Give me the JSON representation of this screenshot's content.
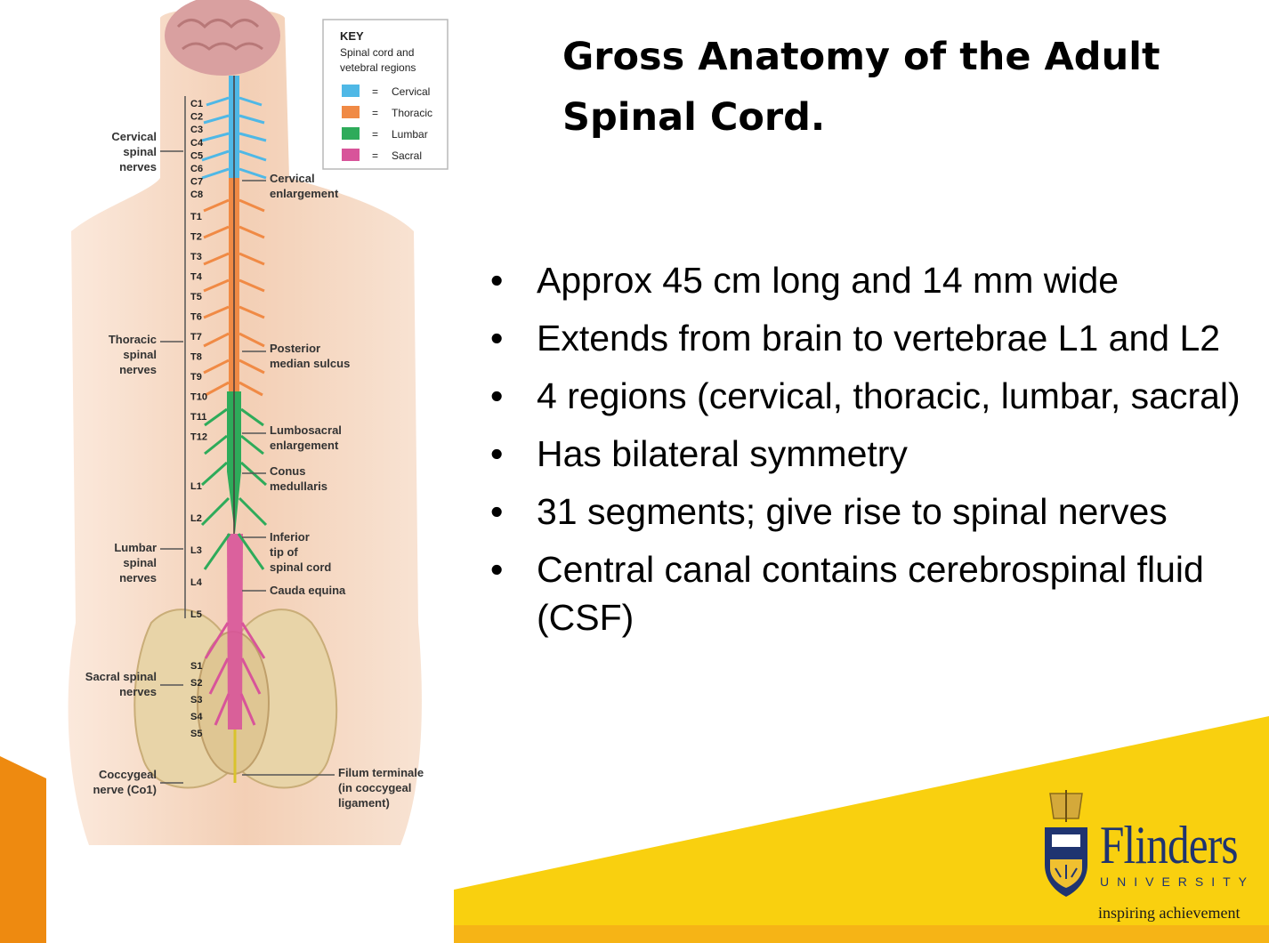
{
  "slide": {
    "title": "Gross Anatomy of the Adult Spinal Cord.",
    "bullets": [
      "Approx 45 cm long and 14 mm wide",
      "Extends from brain to vertebrae L1 and L2",
      "4 regions (cervical, thoracic, lumbar, sacral)",
      "Has bilateral symmetry",
      "31 segments; give rise to spinal nerves",
      "Central canal contains cerebrospinal fluid (CSF)"
    ],
    "bullet_symbol": "•"
  },
  "figure": {
    "key": {
      "title": "KEY",
      "subtitle_line1": "Spinal cord and",
      "subtitle_line2": "vetebral regions",
      "items": [
        {
          "label": "Cervical",
          "color": "#4fb8e6"
        },
        {
          "label": "Thoracic",
          "color": "#f08a45"
        },
        {
          "label": "Lumbar",
          "color": "#2eab5a"
        },
        {
          "label": "Sacral",
          "color": "#d8549a"
        }
      ],
      "equals": "="
    },
    "vertebra_labels": {
      "cervical": [
        "C1",
        "C2",
        "C3",
        "C4",
        "C5",
        "C6",
        "C7",
        "C8"
      ],
      "thoracic": [
        "T1",
        "T2",
        "T3",
        "T4",
        "T5",
        "T6",
        "T7",
        "T8",
        "T9",
        "T10",
        "T11",
        "T12"
      ],
      "lumbar": [
        "L1",
        "L2",
        "L3",
        "L4",
        "L5"
      ],
      "sacral": [
        "S1",
        "S2",
        "S3",
        "S4",
        "S5"
      ]
    },
    "left_labels": {
      "cervical": [
        "Cervical",
        "spinal",
        "nerves"
      ],
      "thoracic": [
        "Thoracic",
        "spinal",
        "nerves"
      ],
      "lumbar": [
        "Lumbar",
        "spinal",
        "nerves"
      ],
      "sacral": [
        "Sacral spinal",
        "nerves"
      ],
      "coccygeal": [
        "Coccygeal",
        "nerve (Co1)"
      ]
    },
    "right_labels": {
      "cervical_enlargement": [
        "Cervical",
        "enlargement"
      ],
      "posterior_median_sulcus": [
        "Posterior",
        "median sulcus"
      ],
      "lumbosacral_enlargement": [
        "Lumbosacral",
        "enlargement"
      ],
      "conus_medullaris": [
        "Conus",
        "medullaris"
      ],
      "inferior_tip": [
        "Inferior",
        "tip of",
        "spinal cord"
      ],
      "cauda_equina": [
        "Cauda equina"
      ],
      "filum_terminale": [
        "Filum terminale",
        "(in coccygeal",
        "ligament)"
      ]
    }
  },
  "logo": {
    "name": "Flinders",
    "subtitle": "UNIVERSITY",
    "tagline": "inspiring achievement"
  },
  "colors": {
    "accent_yellow": "#f9d00f",
    "accent_orange": "#ee8a10",
    "brand_navy": "#1f3470",
    "skin": "#f1c9ac",
    "bone": "#e8d4a8",
    "cord_dark": "#4a3a3a"
  }
}
